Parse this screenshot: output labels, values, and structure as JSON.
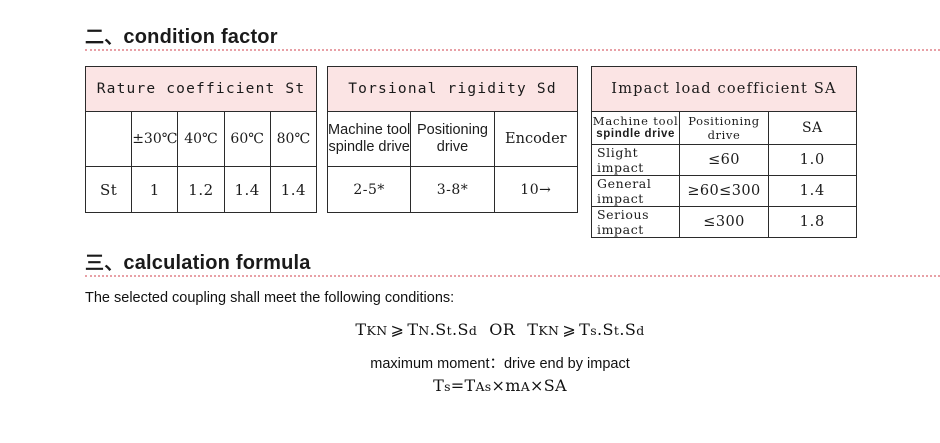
{
  "document": {
    "sections": [
      {
        "marker": "二、",
        "title": "condition factor"
      },
      {
        "marker": "三、",
        "title": "calculation formula"
      }
    ]
  },
  "tables": {
    "temperature_coefficient": {
      "caption": "Rature coefficient St",
      "corner_label": "",
      "columns": [
        "±30℃",
        "40℃",
        "60℃",
        "80℃"
      ],
      "row_label": "St",
      "values": [
        "1",
        "1.2",
        "1.4",
        "1.4"
      ]
    },
    "torsional_rigidity": {
      "caption": "Torsional rigidity  Sd",
      "headers": [
        "Machine tool spindle drive",
        "Positioning drive",
        "Encoder"
      ],
      "header_lines": [
        [
          "Machine tool",
          "spindle drive"
        ],
        [
          "Positioning",
          "drive"
        ],
        [
          "Encoder"
        ]
      ],
      "values": [
        "2-5*",
        "3-8*",
        "10→"
      ]
    },
    "impact_load_coefficient": {
      "caption": "Impact load coefficient   SA",
      "headers": {
        "col1_line1": "Machine tool",
        "col1_line2": "spindle drive",
        "col2": "Positioning drive",
        "col3": "SA"
      },
      "rows": [
        {
          "label": "Slight impact",
          "range_low": "≤60",
          "range_high": "",
          "sa": "1.0"
        },
        {
          "label": "General impact",
          "range_low": "≥60",
          "range_high": "≤300",
          "sa": "1.4"
        },
        {
          "label": "Serious impact",
          "range_low": "≤300",
          "range_high": "",
          "sa": "1.8"
        }
      ]
    }
  },
  "formula": {
    "intro": "The selected coupling shall meet the following conditions:",
    "inequality": {
      "left_base": "T",
      "left_sub": "KN",
      "operator": "⩾",
      "right1_base": "T",
      "right1_sub": "N",
      "right1_rest": ".S",
      "right1_sub2": "t",
      "right1_rest2": ".S",
      "right1_sub3": "d",
      "conjunction": "OR",
      "right2_base": "T",
      "right2_sub": "s",
      "right2_rest": ".S",
      "right2_sub2": "t",
      "right2_rest2": ".S",
      "right2_sub3": "d"
    },
    "note": "maximum moment：drive end by impact",
    "final": {
      "lhs_base": "T",
      "lhs_sub": "s",
      "eq": "=",
      "rhs": "T",
      "rhs_sub": "As",
      "times1": "×",
      "m": "m",
      "m_sub": "A",
      "times2": "×",
      "sa": "SA"
    }
  },
  "colors": {
    "caption_fill": "#fbe4e4",
    "dotted_rule": "#e8a0a6",
    "border": "#2b2b2b",
    "text": "#111111"
  }
}
